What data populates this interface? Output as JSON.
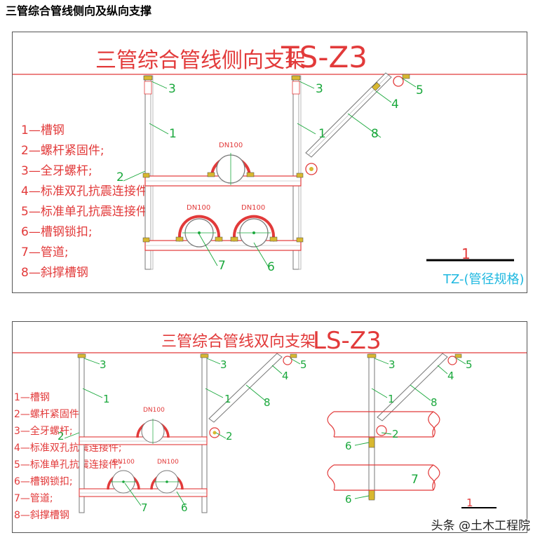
{
  "page_title": "三管综合管线侧向及纵向支撑",
  "panel1": {
    "title": "三管综合管线侧向支架",
    "code": "TS-Z3",
    "legend": [
      "1—槽钢",
      "2—螺杆紧固件;",
      "3—全牙螺杆;",
      "4—标准双孔抗震连接件;",
      "5—标准单孔抗震连接件;",
      "6—槽钢锁扣;",
      "7—管道;",
      "8—斜撑槽钢"
    ],
    "pipe_labels": [
      "DN100",
      "DN100",
      "DN100"
    ],
    "callouts": [
      "1",
      "1",
      "2",
      "3",
      "3",
      "4",
      "5",
      "6",
      "7",
      "8"
    ],
    "tz_number": "1",
    "tz_label": "TZ-(管径规格)"
  },
  "panel2": {
    "title": "三管综合管线双向支架",
    "code": "LS-Z3",
    "legend": [
      "1—槽钢",
      "2—螺杆紧固件;",
      "3—全牙螺杆;",
      "4—标准双孔抗震连接件;",
      "5—标准单孔抗震连接件;",
      "6—槽钢锁扣;",
      "7—管道;",
      "8—斜撑槽钢"
    ],
    "pipe_labels": [
      "DN100",
      "DN100",
      "DN100"
    ],
    "callouts_front": [
      "1",
      "1",
      "2",
      "2",
      "3",
      "3",
      "4",
      "5",
      "6",
      "7",
      "8"
    ],
    "callouts_side": [
      "1",
      "2",
      "3",
      "4",
      "5",
      "6",
      "6",
      "7",
      "8"
    ],
    "tz_number": "1"
  },
  "watermark": "头条 @土木工程院",
  "colors": {
    "red": "#e23a3a",
    "green": "#1aa83c",
    "cyan": "#1fb8e0",
    "steel": "#8a8a8a"
  }
}
